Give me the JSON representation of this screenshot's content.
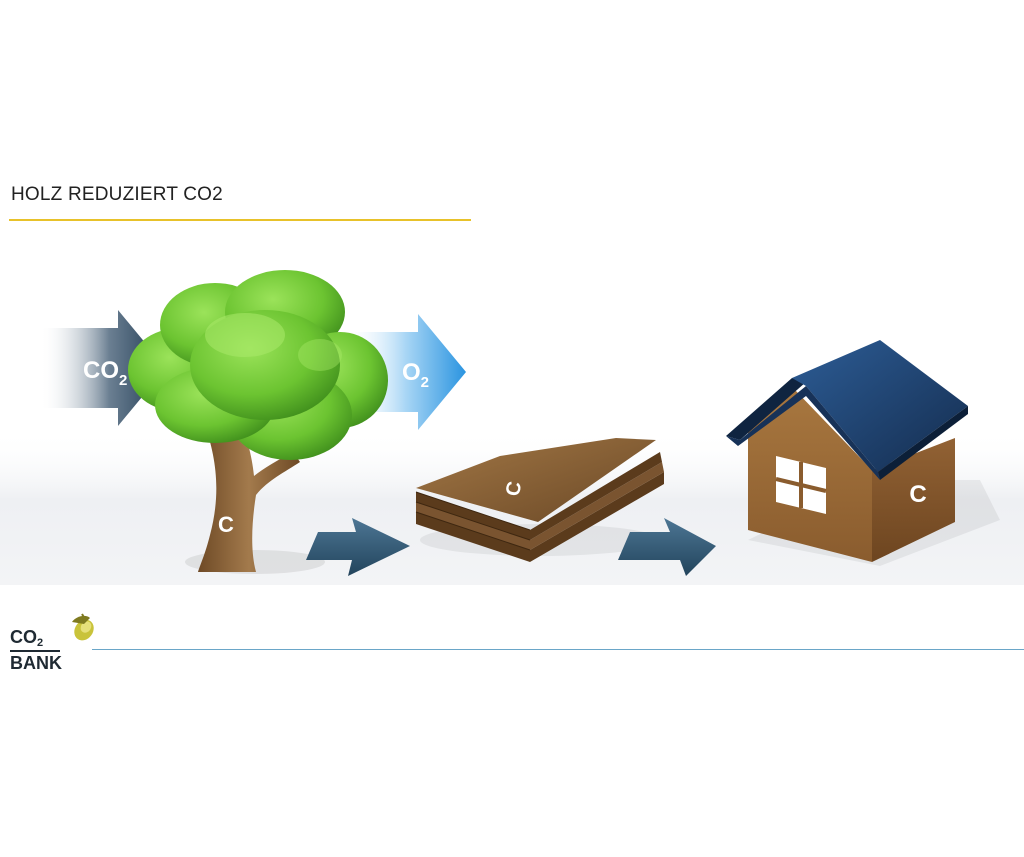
{
  "title": "HOLZ REDUZIERT CO2",
  "diagram": {
    "co2_label": "CO",
    "co2_sub": "2",
    "o2_label": "O",
    "o2_sub": "2",
    "tree_carbon": "C",
    "board_carbon": "C",
    "house_carbon": "C"
  },
  "logo": {
    "top": "CO",
    "top_sub": "2",
    "bottom": "BANK"
  },
  "colors": {
    "title_rule": "#e8c22a",
    "footer_rule": "#6aa6c8",
    "arrow_dark": "#2b4f6a",
    "arrow_light": "#2f9be0",
    "foliage": "#6cc431",
    "wood": "#8a6238",
    "roof": "#1f3f6c"
  }
}
